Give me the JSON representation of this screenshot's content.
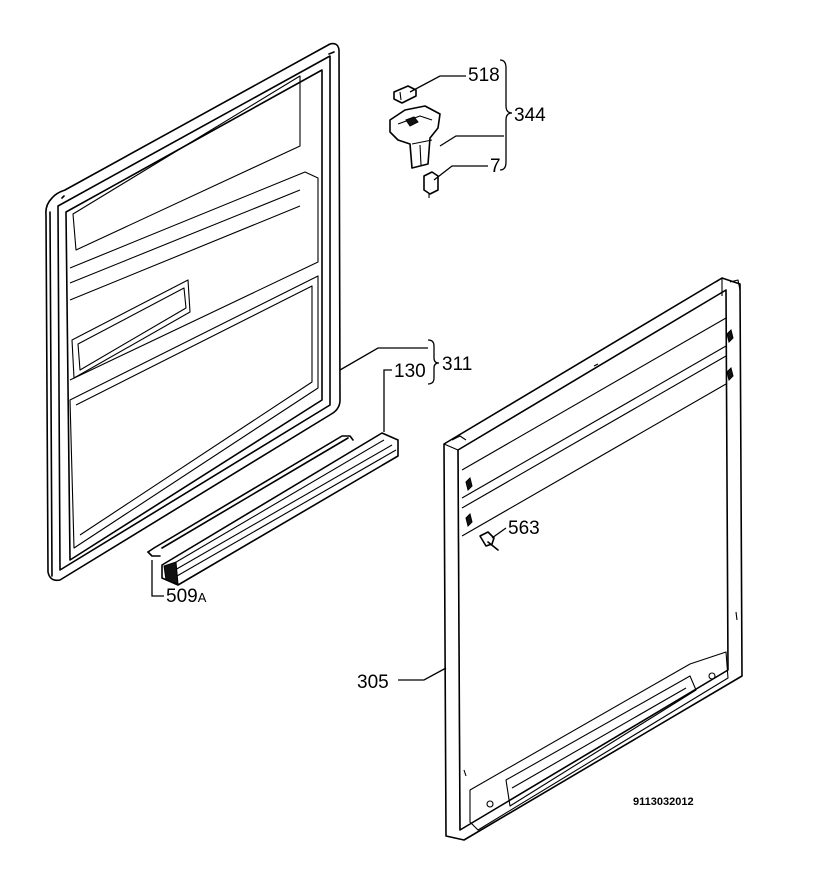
{
  "labels": {
    "p518": "518",
    "p344": "344",
    "p7": "7",
    "p311": "311",
    "p130": "130",
    "p563": "563",
    "p305": "305",
    "p509_num": "509",
    "p509_suffix": "A"
  },
  "reference_code": "9113032012"
}
